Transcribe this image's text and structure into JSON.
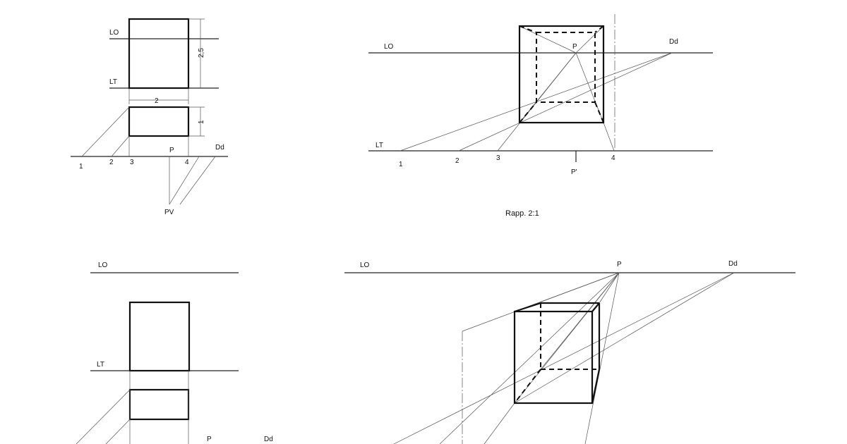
{
  "diagram1": {
    "lo": "LO",
    "lt": "LT",
    "dim_height": "2,5",
    "dim_width": "2",
    "dim_depth": "1",
    "p": "P",
    "dd": "Dd",
    "pv": "PV",
    "ticks": [
      "1",
      "2",
      "3",
      "4"
    ]
  },
  "diagram2": {
    "lo": "LO",
    "lt": "LT",
    "p": "P",
    "dd": "Dd",
    "p_prime": "P'",
    "ticks": [
      "1",
      "2",
      "3",
      "4"
    ],
    "scale": "Rapp. 2:1"
  },
  "diagram3": {
    "lo": "LO",
    "lt": "LT",
    "p": "P",
    "dd": "Dd"
  },
  "diagram4": {
    "lo": "LO",
    "p": "P",
    "dd": "Dd"
  }
}
